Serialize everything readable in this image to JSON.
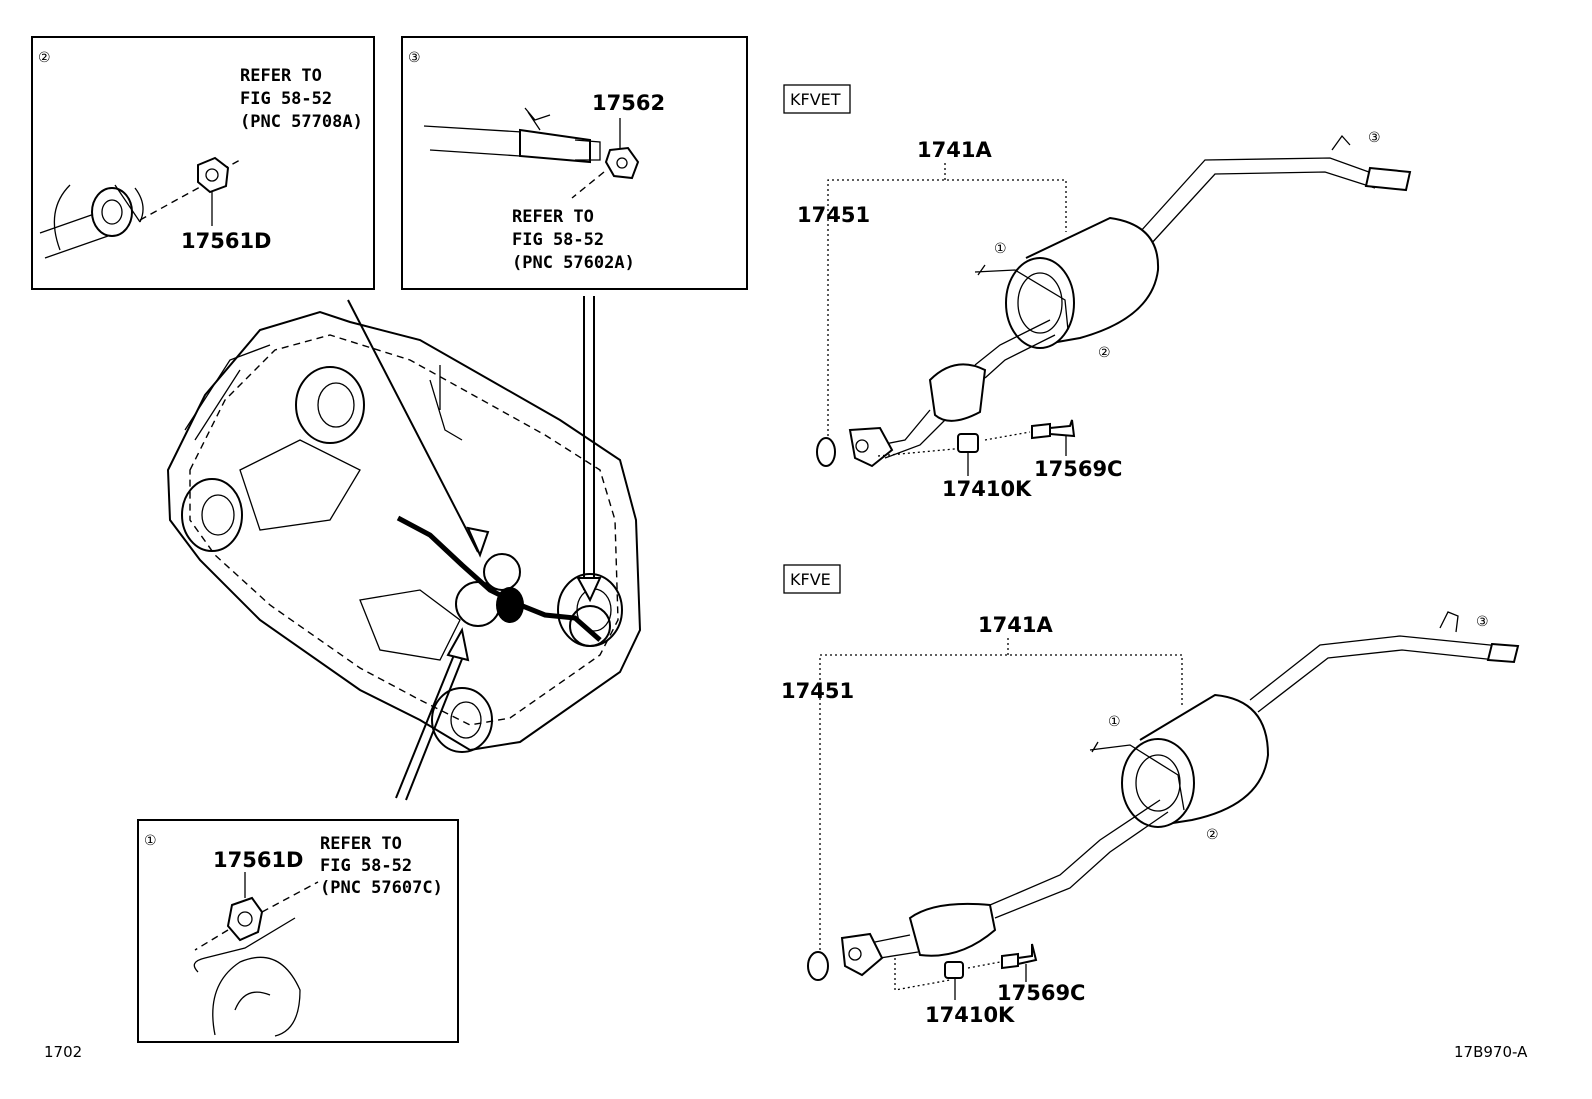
{
  "footer": {
    "left_code": "1702",
    "right_code": "17B970-A"
  },
  "inset_2": {
    "number": "②",
    "refer": [
      "REFER TO",
      "FIG 58-52",
      "(PNC 57708A)"
    ],
    "part": "17561D"
  },
  "inset_3": {
    "number": "③",
    "part": "17562",
    "refer": [
      "REFER TO",
      "FIG 58-52",
      "(PNC 57602A)"
    ]
  },
  "inset_1": {
    "number": "①",
    "part": "17561D",
    "refer": [
      "REFER TO",
      "FIG 58-52",
      "(PNC 57607C)"
    ]
  },
  "kfvet": {
    "tag": "KFVET",
    "assembly": "1741A",
    "gasket": "17451",
    "spring": "17410K",
    "bolt": "17569C",
    "callouts": [
      "①",
      "②",
      "③"
    ]
  },
  "kfve": {
    "tag": "KFVE",
    "assembly": "1741A",
    "gasket": "17451",
    "spring": "17410K",
    "bolt": "17569C",
    "callouts": [
      "①",
      "②",
      "③"
    ]
  }
}
